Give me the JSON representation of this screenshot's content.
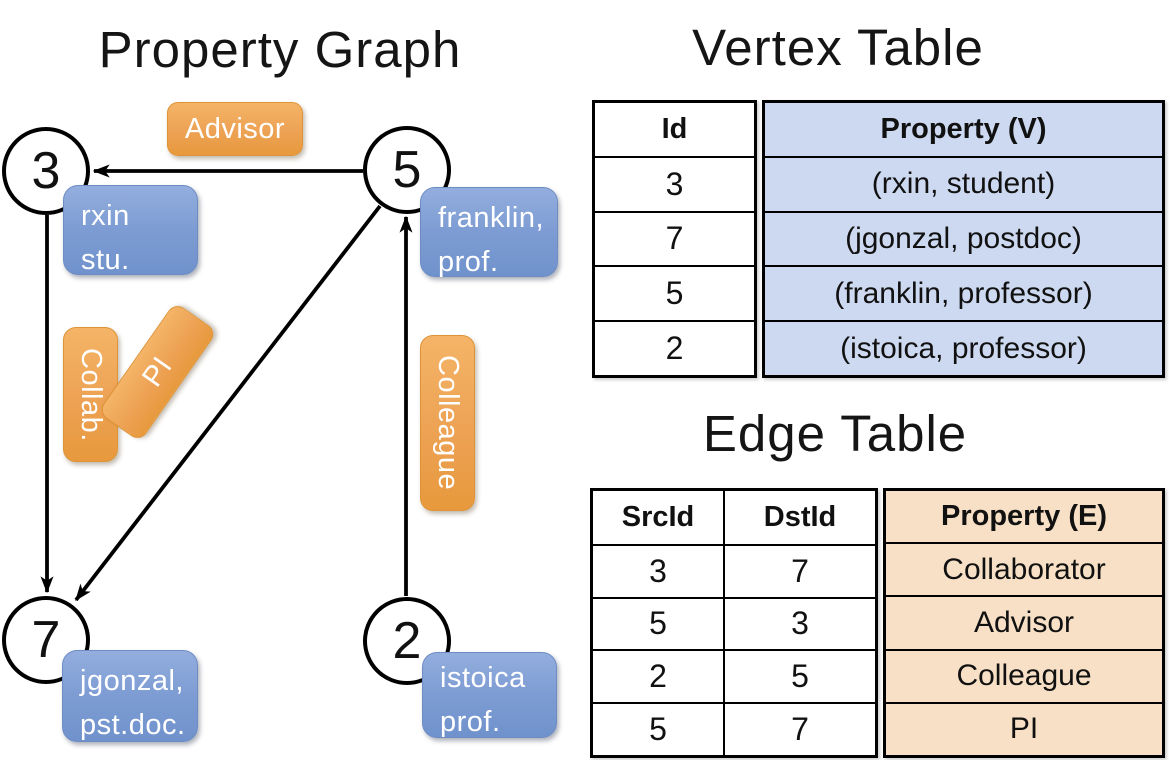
{
  "graph": {
    "title": "Property Graph",
    "nodes": {
      "n3": {
        "id": "3",
        "label1": "rxin",
        "label2": "stu."
      },
      "n5": {
        "id": "5",
        "label1": "franklin,",
        "label2": "prof."
      },
      "n7": {
        "id": "7",
        "label1": "jgonzal,",
        "label2": "pst.doc."
      },
      "n2": {
        "id": "2",
        "label1": "istoica",
        "label2": "prof."
      }
    },
    "edge_badges": {
      "advisor": "Advisor",
      "collab": "Collab.",
      "pi": "PI",
      "colleague": "Colleague"
    }
  },
  "vertex_table": {
    "title": "Vertex Table",
    "headers": {
      "id": "Id",
      "property": "Property (V)"
    },
    "rows": [
      {
        "id": "3",
        "property": "(rxin, student)"
      },
      {
        "id": "7",
        "property": "(jgonzal, postdoc)"
      },
      {
        "id": "5",
        "property": "(franklin, professor)"
      },
      {
        "id": "2",
        "property": "(istoica, professor)"
      }
    ]
  },
  "edge_table": {
    "title": "Edge Table",
    "headers": {
      "src": "SrcId",
      "dst": "DstId",
      "property": "Property (E)"
    },
    "rows": [
      {
        "src": "3",
        "dst": "7",
        "property": "Collaborator"
      },
      {
        "src": "5",
        "dst": "3",
        "property": "Advisor"
      },
      {
        "src": "2",
        "dst": "5",
        "property": "Colleague"
      },
      {
        "src": "5",
        "dst": "7",
        "property": "PI"
      }
    ]
  },
  "colors": {
    "node_fill": "#ffffff",
    "node_stroke": "#000000",
    "edge_badge_orange_top": "#f4b467",
    "edge_badge_orange_bottom": "#e8993d",
    "vertex_badge_blue_top": "#93aede",
    "vertex_badge_blue_bottom": "#7092cc",
    "vertex_table_property_fill": "#cdd9f0",
    "edge_table_property_fill": "#f7e0c5",
    "badge_text": "#ffffff",
    "table_border": "#000000"
  }
}
